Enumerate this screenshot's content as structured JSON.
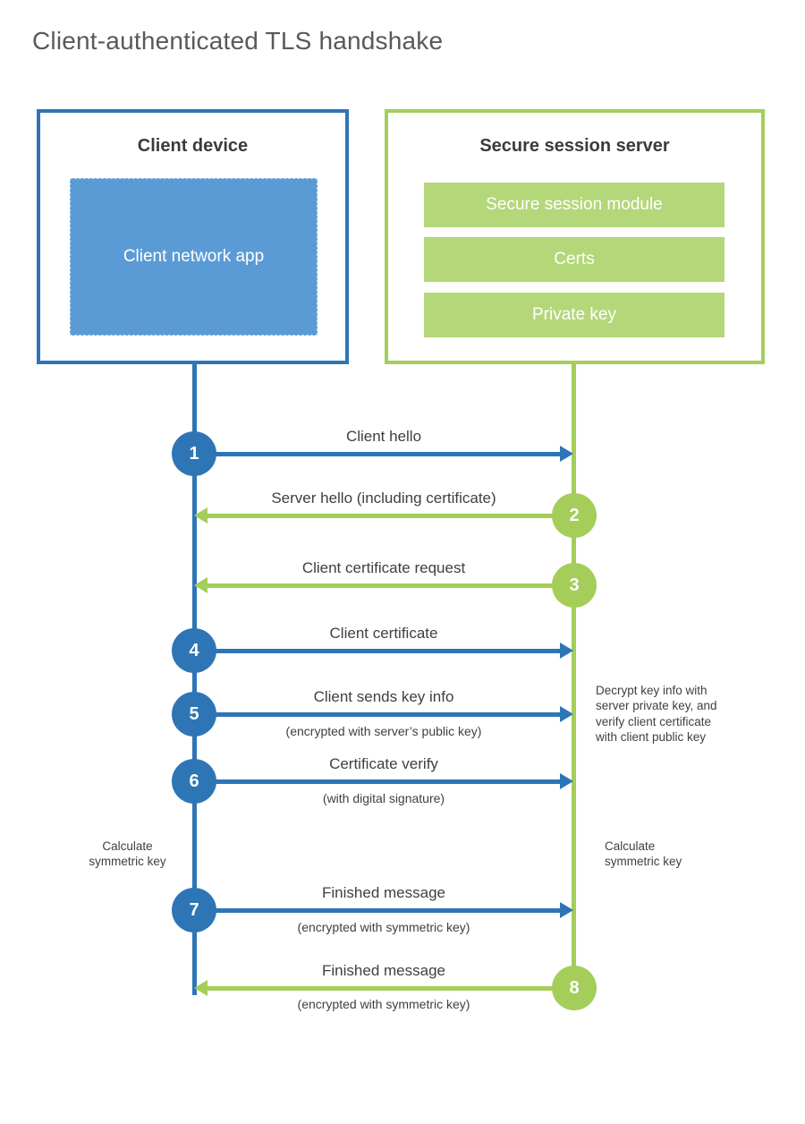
{
  "title": "Client-authenticated TLS handshake",
  "client_box": {
    "title": "Client device",
    "app_label": "Client network app"
  },
  "server_box": {
    "title": "Secure session server",
    "modules": [
      "Secure session module",
      "Certs",
      "Private key"
    ]
  },
  "steps": [
    {
      "number": "1",
      "label": "Client hello",
      "from": "client",
      "to": "server"
    },
    {
      "number": "2",
      "label": "Server hello (including certificate)",
      "from": "server",
      "to": "client"
    },
    {
      "number": "3",
      "label": "Client certificate request",
      "from": "server",
      "to": "client"
    },
    {
      "number": "4",
      "label": "Client certificate",
      "from": "client",
      "to": "server"
    },
    {
      "number": "5",
      "label": "Client sends key info",
      "sublabel": "(encrypted with server’s public key)",
      "from": "client",
      "to": "server"
    },
    {
      "number": "6",
      "label": "Certificate verify",
      "sublabel": "(with digital signature)",
      "from": "client",
      "to": "server"
    },
    {
      "number": "7",
      "label": "Finished message",
      "sublabel": "(encrypted with symmetric key)",
      "from": "client",
      "to": "server"
    },
    {
      "number": "8",
      "label": "Finished message",
      "sublabel": "(encrypted with symmetric key)",
      "from": "server",
      "to": "client"
    }
  ],
  "annotations": {
    "decrypt_note": "Decrypt key info with\nserver private key, and\nverify client certificate\nwith client public key",
    "client_calculate": "Calculate\nsymmetric key",
    "server_calculate": "Calculate\nsymmetric key"
  },
  "colors": {
    "blue": "#2e75b6",
    "light_blue": "#5b9bd5",
    "green": "#a4ce59",
    "light_green": "#b4d77a",
    "text_dark": "#3f3f3f",
    "title_gray": "#595959"
  }
}
